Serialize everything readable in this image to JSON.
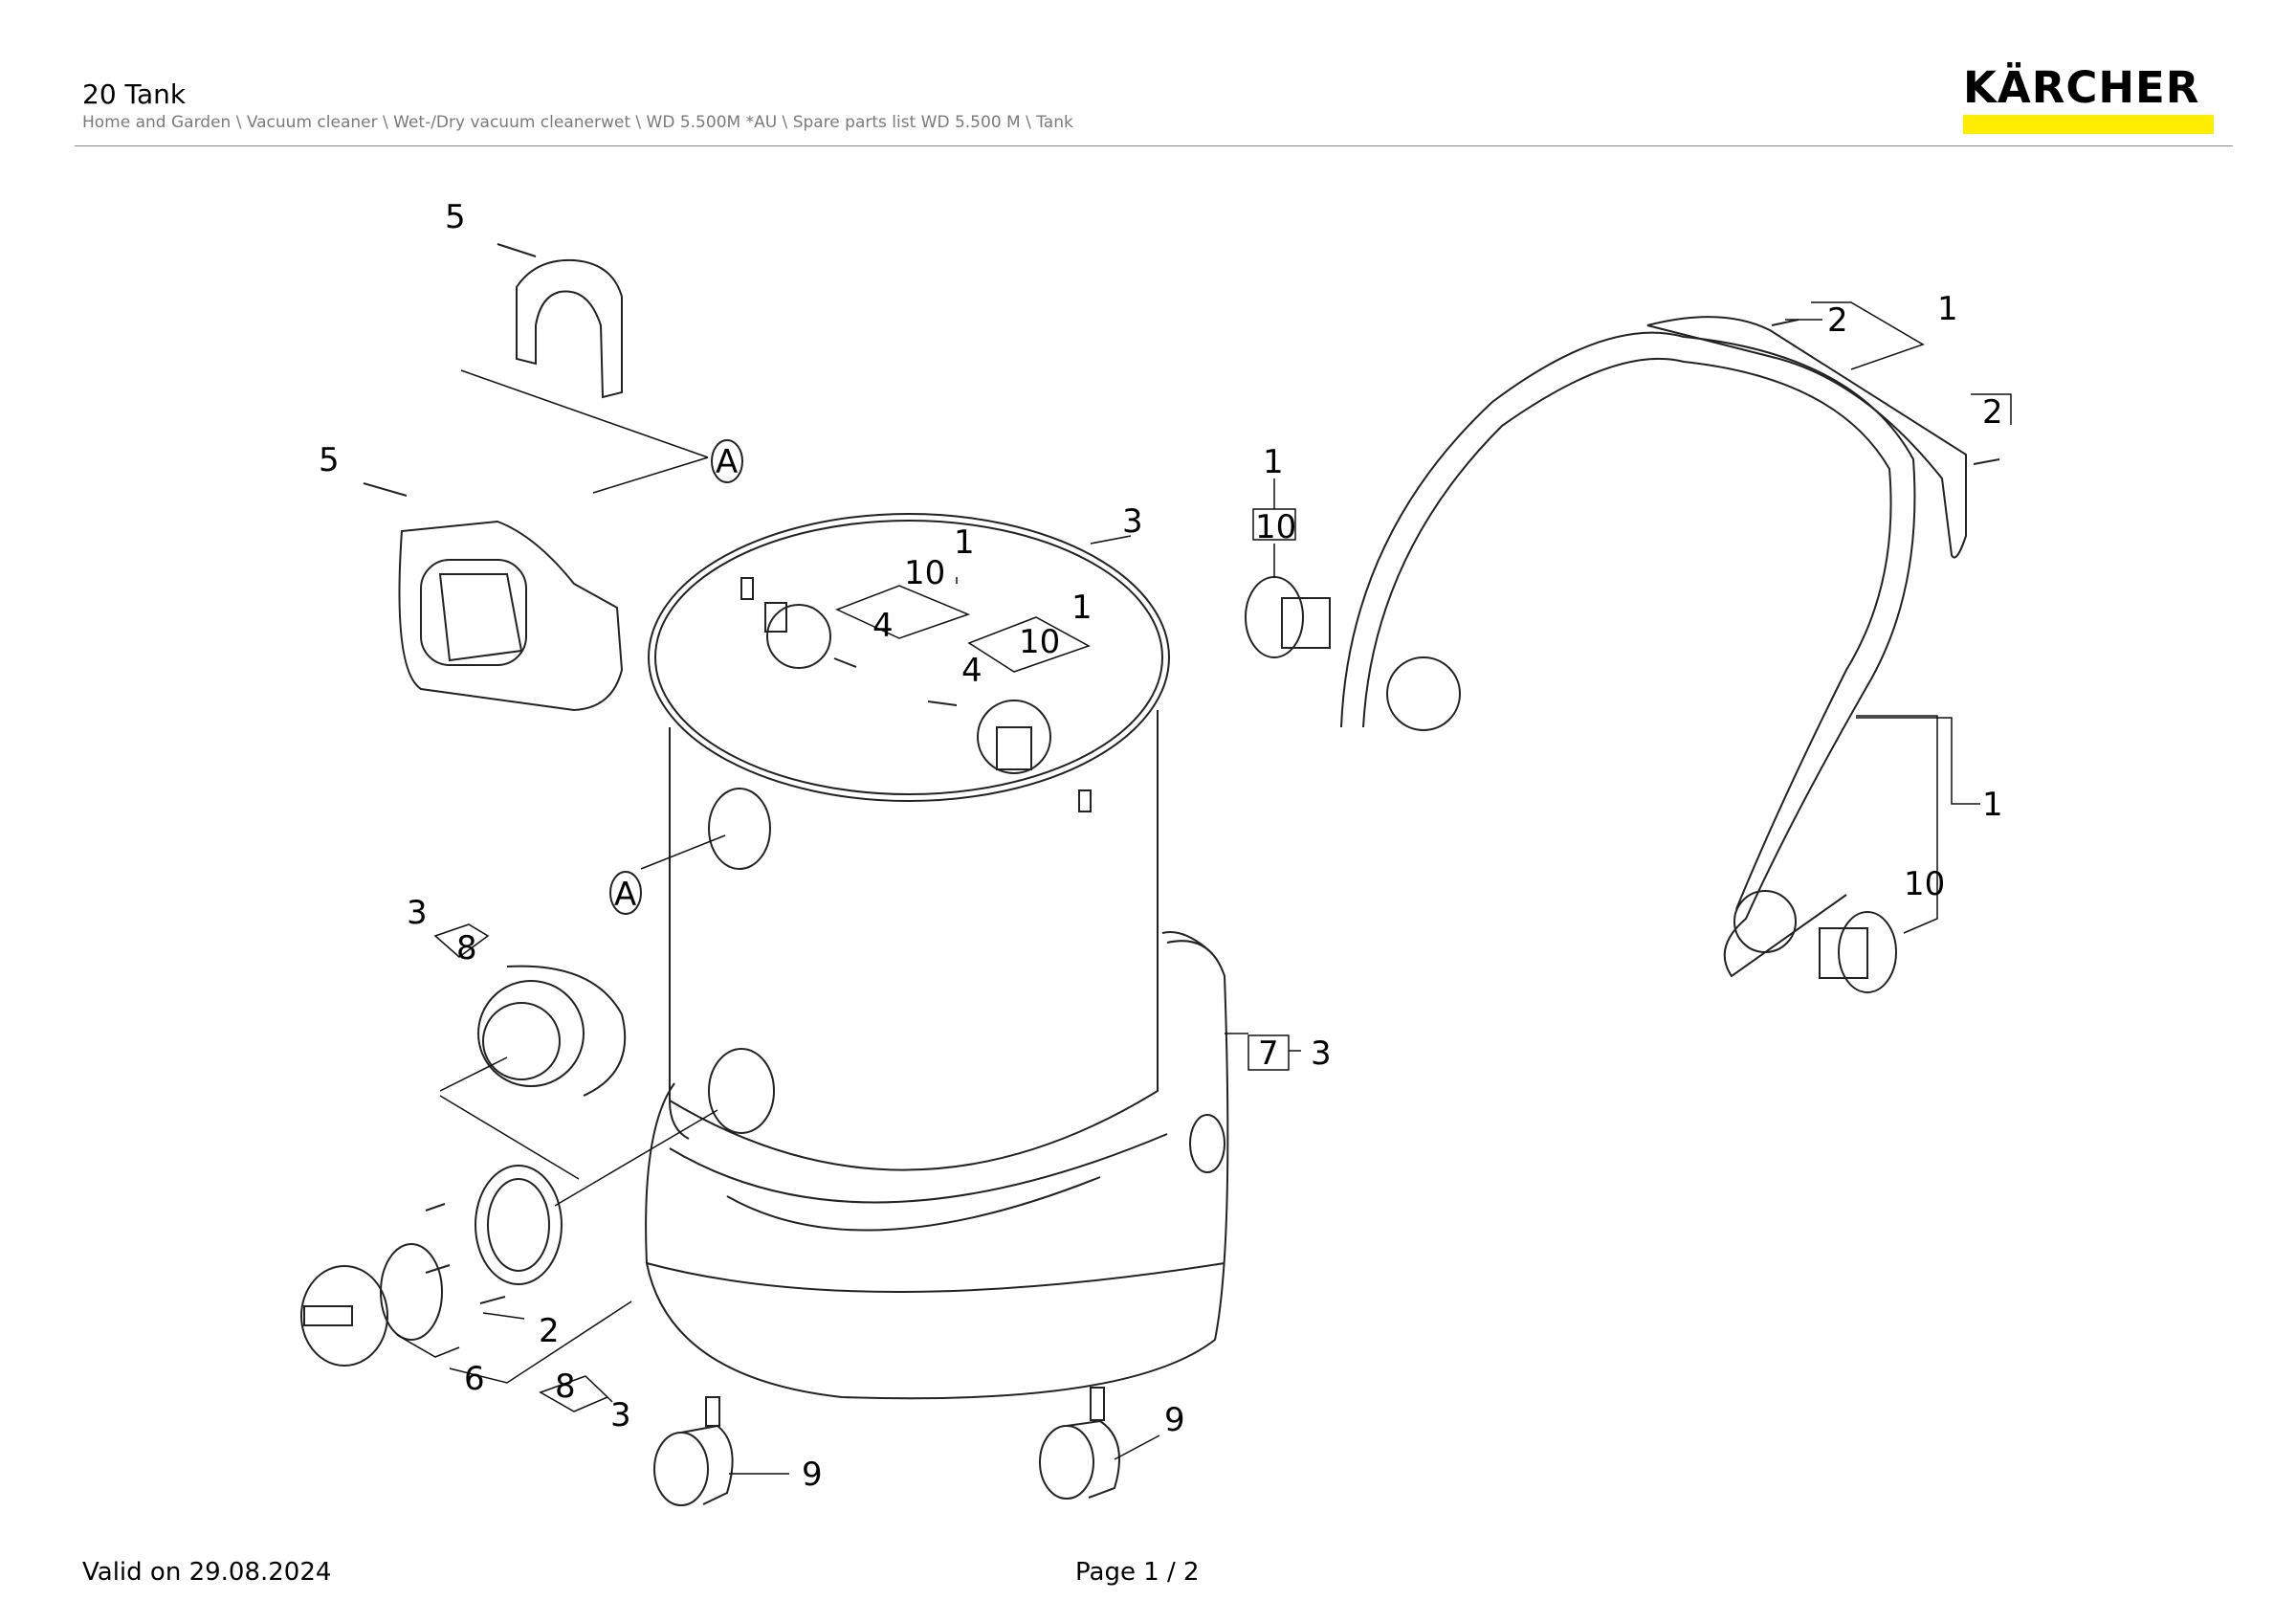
{
  "header": {
    "title": "20 Tank",
    "breadcrumb": "Home and Garden \\ Vacuum cleaner \\ Wet-/Dry vacuum cleanerwet \\ WD 5.500M *AU \\ Spare parts list WD 5.500 M \\ Tank",
    "logo_text": "KÄRCHER",
    "logo_bar_color": "#ffed00"
  },
  "diagram": {
    "callouts": {
      "c5_top": "5",
      "c5_mid": "5",
      "cA_top": "A",
      "cA_tank": "A",
      "c3_tank": "3",
      "c1_a": "1",
      "c10_a": "10",
      "c4_a": "4",
      "c1_b": "1",
      "c10_b": "10",
      "c4_b": "4",
      "c3_left": "3",
      "c8_left": "8",
      "c7": "7",
      "c3_base": "3",
      "c2_bottom": "2",
      "c6": "6",
      "c8_bottom": "8",
      "c3_bottom": "3",
      "c9_left": "9",
      "c9_right": "9",
      "c1_handle_left": "1",
      "c10_handle_left": "10",
      "c2_top": "2",
      "c1_top": "1",
      "c2_right": "2",
      "c1_right": "1",
      "c10_right": "10"
    }
  },
  "footer": {
    "valid": "Valid on 29.08.2024",
    "page": "Page 1 / 2"
  }
}
